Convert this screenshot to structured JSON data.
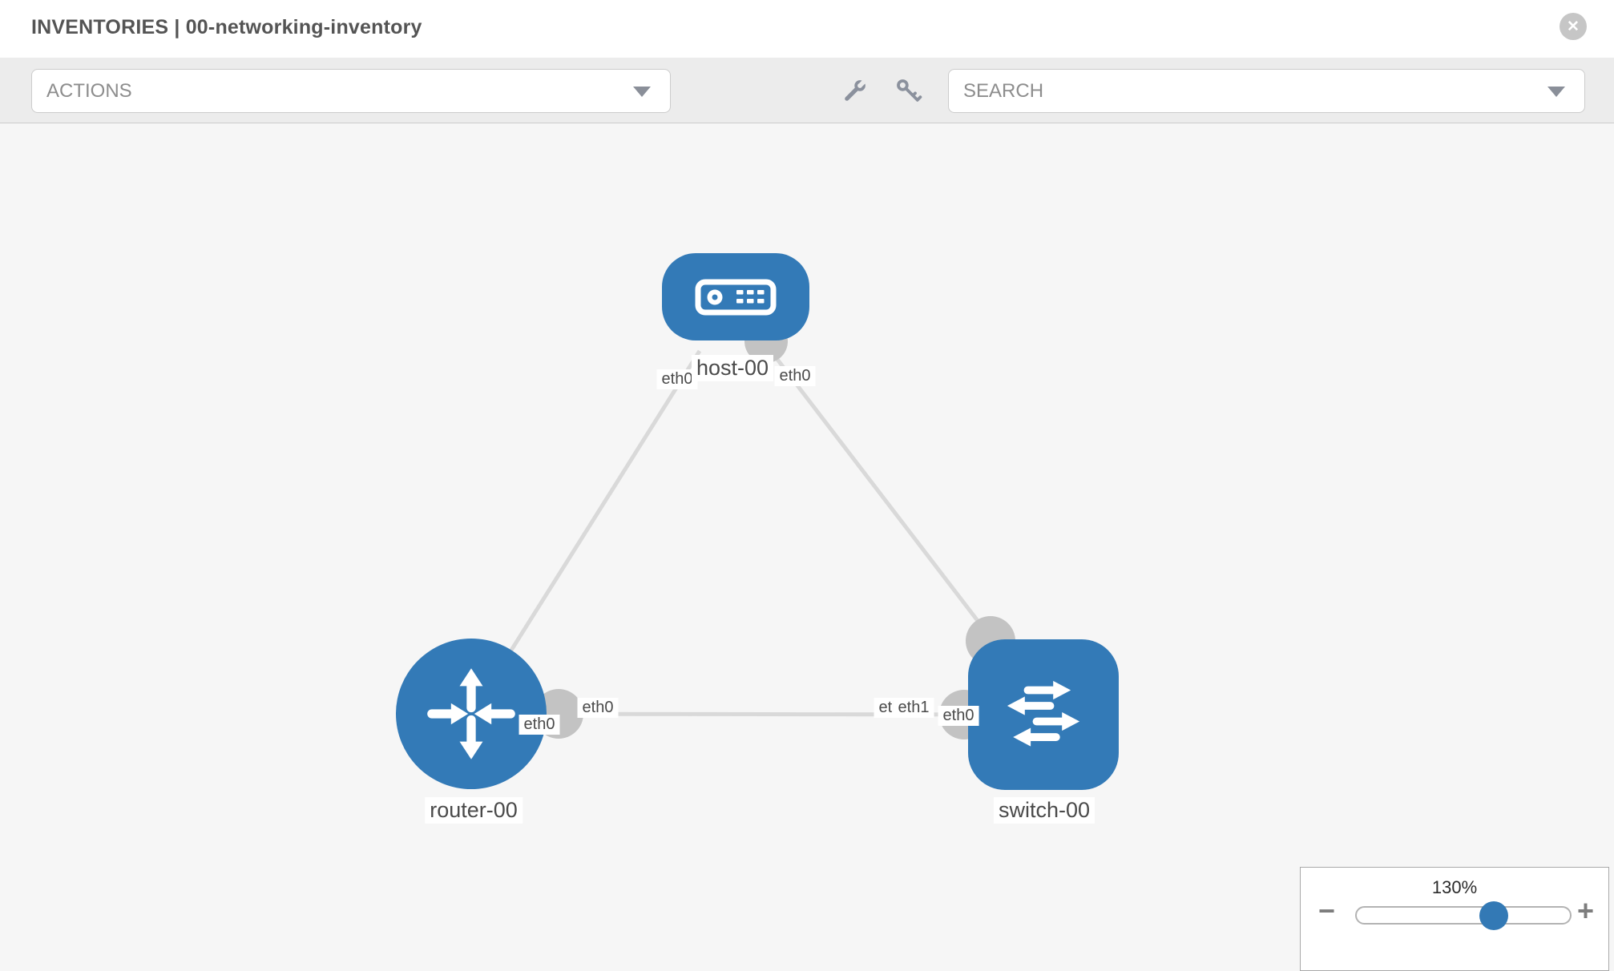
{
  "header": {
    "title": "INVENTORIES | 00-networking-inventory",
    "close_glyph": "✕"
  },
  "toolbar": {
    "actions_dropdown": {
      "value": "ACTIONS"
    },
    "search_dropdown": {
      "value": "SEARCH"
    },
    "tools": [
      "wrench",
      "key"
    ]
  },
  "graph": {
    "nodes": [
      {
        "id": "host-00",
        "type": "host",
        "label": "host-00"
      },
      {
        "id": "router-00",
        "type": "router",
        "label": "router-00"
      },
      {
        "id": "switch-00",
        "type": "switch",
        "label": "switch-00"
      }
    ],
    "links": [
      {
        "from": "router-00",
        "to": "host-00",
        "from_if": "eth0",
        "to_if": "eth0"
      },
      {
        "from": "host-00",
        "to": "switch-00",
        "from_if": "eth0",
        "to_if": "eth0"
      },
      {
        "from": "router-00",
        "to": "switch-00",
        "from_if": "eth0",
        "to_if": "eth1",
        "to_if_overlapped": "eth0"
      }
    ]
  },
  "zoom_control": {
    "level": "130%",
    "minus_label": "−",
    "plus_label": "+"
  },
  "colors": {
    "node_blue": "#337ab7",
    "link_gray": "#d9d9d9",
    "connector_gray": "#c3c3c3",
    "icon_gray": "#8b919d",
    "toolbar_bg": "#ececec",
    "canvas_bg": "#f6f6f6"
  }
}
